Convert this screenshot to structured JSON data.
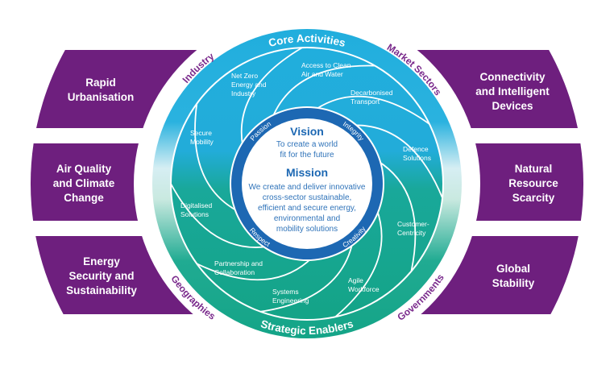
{
  "colors": {
    "purple": "#6e1f7e",
    "cyan": "#21aedd",
    "green": "#17a58c",
    "blue_ring": "#1d68b3",
    "ring_label": "#7a2a8c"
  },
  "left_bands": [
    {
      "lines": [
        "Rapid",
        "Urbanisation"
      ]
    },
    {
      "lines": [
        "Air Quality",
        "and Climate",
        "Change"
      ]
    },
    {
      "lines": [
        "Energy",
        "Security and",
        "Sustainability"
      ]
    }
  ],
  "right_bands": [
    {
      "lines": [
        "Connectivity",
        "and Intelligent",
        "Devices"
      ]
    },
    {
      "lines": [
        "Natural",
        "Resource",
        "Scarcity"
      ]
    },
    {
      "lines": [
        "Global",
        "Stability"
      ]
    }
  ],
  "outer_ring_labels": {
    "industry": "Industry",
    "market_sectors": "Market Sectors",
    "geographies": "Geographies",
    "governments": "Governments"
  },
  "colored_ring_labels": {
    "top": "Core Activities",
    "bottom": "Strategic Enablers"
  },
  "segments": [
    {
      "lines": [
        "Net Zero",
        "Energy and",
        "Industry"
      ]
    },
    {
      "lines": [
        "Access to Clean",
        "Air and Water"
      ]
    },
    {
      "lines": [
        "Decarbonised",
        "Transport"
      ]
    },
    {
      "lines": [
        "Defence",
        "Solutions"
      ]
    },
    {
      "lines": [
        "Customer-",
        "Centricity"
      ]
    },
    {
      "lines": [
        "Agile",
        "Workforce"
      ]
    },
    {
      "lines": [
        "Systems",
        "Engineering"
      ]
    },
    {
      "lines": [
        "Partnership and",
        "Collaboration"
      ]
    },
    {
      "lines": [
        "Digitalised",
        "Solutions"
      ]
    },
    {
      "lines": [
        "Secure",
        "Mobility"
      ]
    }
  ],
  "values": {
    "passion": "Passion",
    "integrity": "Integrity",
    "respect": "Respect",
    "creativity": "Creativity"
  },
  "center": {
    "vision_title": "Vision",
    "vision_lines": [
      "To create a world",
      "fit for the future"
    ],
    "mission_title": "Mission",
    "mission_lines": [
      "We create and deliver innovative",
      "cross-sector sustainable,",
      "efficient and secure energy,",
      "environmental and",
      "mobility solutions"
    ]
  }
}
